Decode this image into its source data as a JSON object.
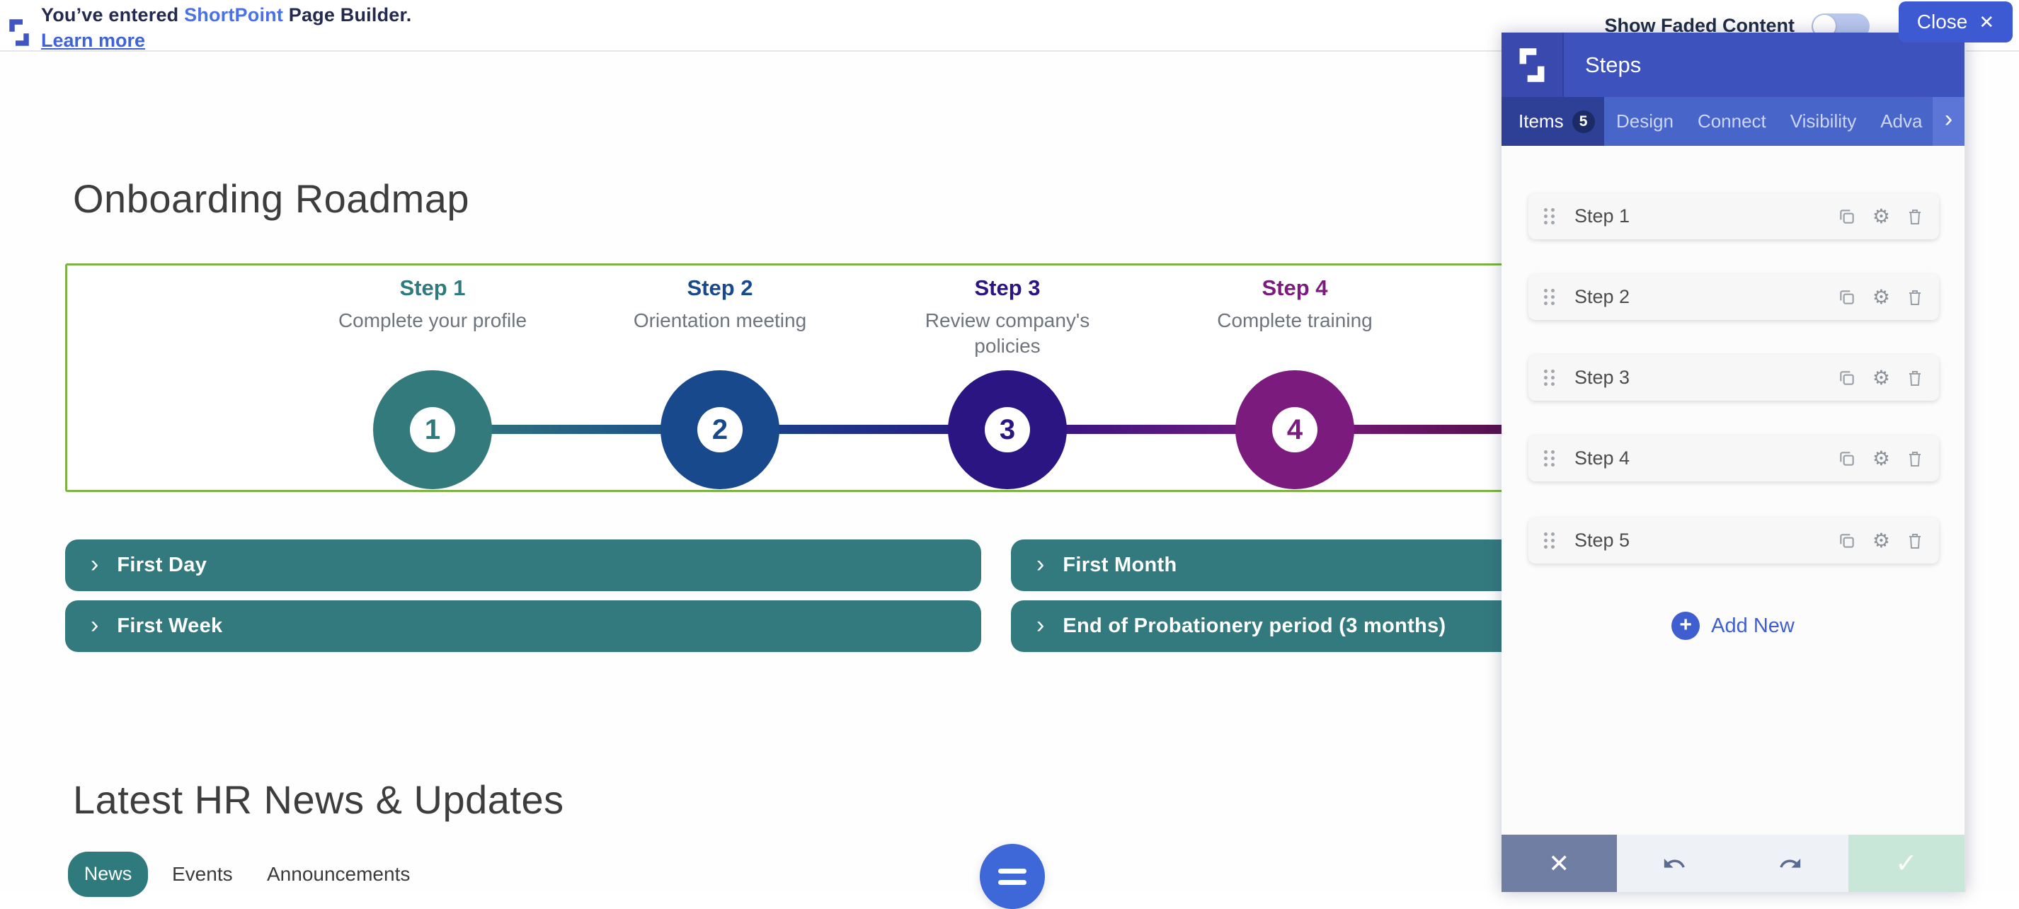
{
  "banner": {
    "message_prefix": "You’ve entered ",
    "brand": "ShortPoint",
    "message_suffix": " Page Builder.",
    "learn_more": "Learn more",
    "show_faded_label": "Show Faded Content",
    "close_label": "Close"
  },
  "icons": {
    "close_x": "✕",
    "check": "✓",
    "chevron_right": "›",
    "gear": "⚙"
  },
  "roadmap": {
    "title": "Onboarding Roadmap",
    "steps": [
      {
        "label": "Step 1",
        "description": "Complete your profile",
        "number": "1",
        "color": "#337a7c"
      },
      {
        "label": "Step 2",
        "description": "Orientation meeting",
        "number": "2",
        "color": "#17498c"
      },
      {
        "label": "Step 3",
        "description": "Review company's policies",
        "number": "3",
        "color": "#2a1582"
      },
      {
        "label": "Step 4",
        "description": "Complete training",
        "number": "4",
        "color": "#7b1b7e"
      }
    ],
    "selection_border_color": "#7db343"
  },
  "accordions": {
    "left": [
      "First Day",
      "First Week"
    ],
    "right": [
      "First Month",
      "End of Probationery period (3 months)"
    ],
    "bar_color": "#337a7e"
  },
  "news": {
    "title": "Latest HR News & Updates",
    "tabs": [
      {
        "label": "News",
        "active": true
      },
      {
        "label": "Events",
        "active": false
      },
      {
        "label": "Announcements",
        "active": false
      }
    ]
  },
  "panel": {
    "title": "Steps",
    "tabs": [
      {
        "label": "Items",
        "badge": "5",
        "active": true
      },
      {
        "label": "Design",
        "active": false
      },
      {
        "label": "Connect",
        "active": false
      },
      {
        "label": "Visibility",
        "active": false
      },
      {
        "label": "Adva",
        "active": false
      }
    ],
    "items": [
      {
        "label": "Step 1"
      },
      {
        "label": "Step 2"
      },
      {
        "label": "Step 3"
      },
      {
        "label": "Step 4"
      },
      {
        "label": "Step 5"
      }
    ],
    "add_new_label": "Add New",
    "header_color": "#3d52bd",
    "tabs_color": "#4866c9",
    "active_tab_color": "#2e3f96",
    "confirm_color": "#c9e7d9",
    "cancel_color": "#6f7ea2",
    "add_new_color": "#3f5ecf"
  }
}
